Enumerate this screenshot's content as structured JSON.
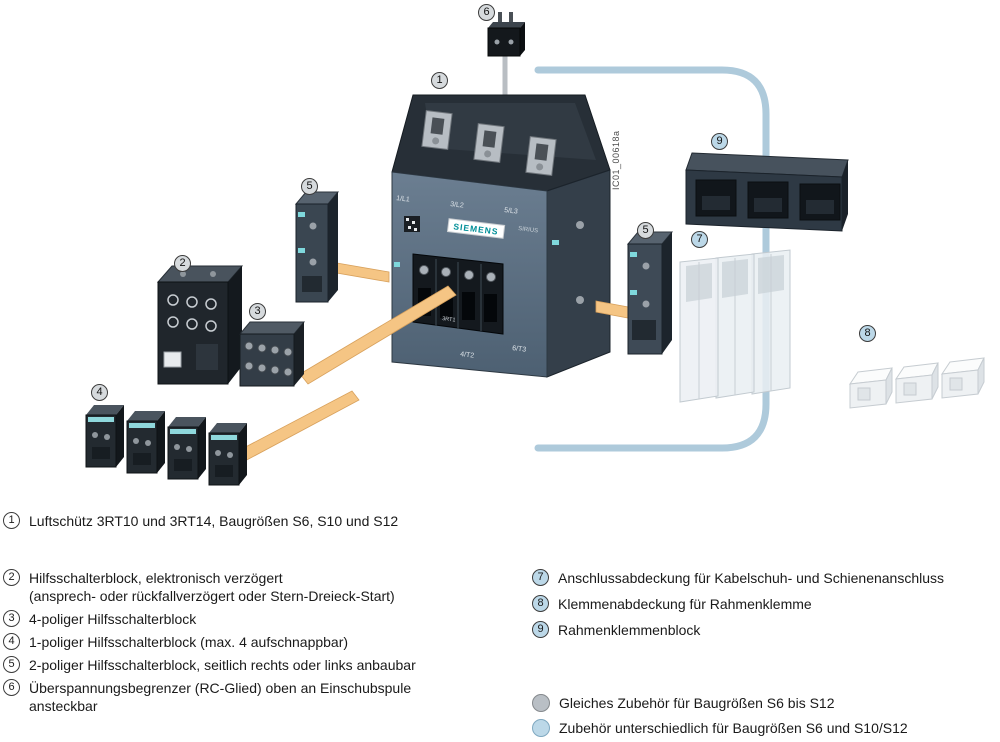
{
  "colors": {
    "callout_gray": "#d6dadd",
    "callout_blue": "#bcd8e8",
    "key_gray": "#b9bfc5",
    "connector_orange": "#f5c584",
    "guide_line_blue": "#aecadb",
    "device_dark": "#232a30",
    "device_front_blue_gray": "#5b6f82",
    "siemens_teal": "#008f98"
  },
  "product": {
    "brand": "SIEMENS",
    "series": "SIRIUS",
    "image_code": "IC01_00618a",
    "type_label": "3RT1",
    "terminals_top": [
      "1/L1",
      "3/L2",
      "5/L3"
    ],
    "terminals_bottom": [
      "4/T2",
      "6/T3"
    ]
  },
  "callouts": {
    "c1": "1",
    "c2": "2",
    "c3": "3",
    "c4": "4",
    "c5": "5",
    "c6": "6",
    "c7": "7",
    "c8": "8",
    "c9": "9"
  },
  "legend": {
    "items": [
      {
        "num": "1",
        "text": "Luftschütz 3RT10 und 3RT14, Baugrößen S6, S10 und S12",
        "text2": ""
      },
      {
        "num": "2",
        "text": "Hilfsschalterblock, elektronisch verzögert",
        "text2": "(ansprech- oder rückfallverzögert oder Stern-Dreieck-Start)"
      },
      {
        "num": "3",
        "text": "4-poliger Hilfsschalterblock",
        "text2": ""
      },
      {
        "num": "4",
        "text": "1-poliger Hilfsschalterblock (max. 4 aufschnappbar)",
        "text2": ""
      },
      {
        "num": "5",
        "text": "2-poliger Hilfsschalterblock, seitlich rechts oder links anbaubar",
        "text2": ""
      },
      {
        "num": "6",
        "text": "Überspannungsbegrenzer (RC-Glied) oben an Einschubspule",
        "text2": "ansteckbar"
      },
      {
        "num": "7",
        "text": "Anschlussabdeckung für Kabelschuh- und Schienenanschluss",
        "text2": ""
      },
      {
        "num": "8",
        "text": "Klemmenabdeckung für Rahmenklemme",
        "text2": ""
      },
      {
        "num": "9",
        "text": "Rahmenklemmenblock",
        "text2": ""
      }
    ],
    "key": [
      {
        "type": "gray",
        "text": "Gleiches Zubehör für Baugrößen S6 bis S12"
      },
      {
        "type": "blue",
        "text": "Zubehör unterschiedlich für Baugrößen S6 und S10/S12"
      }
    ]
  }
}
